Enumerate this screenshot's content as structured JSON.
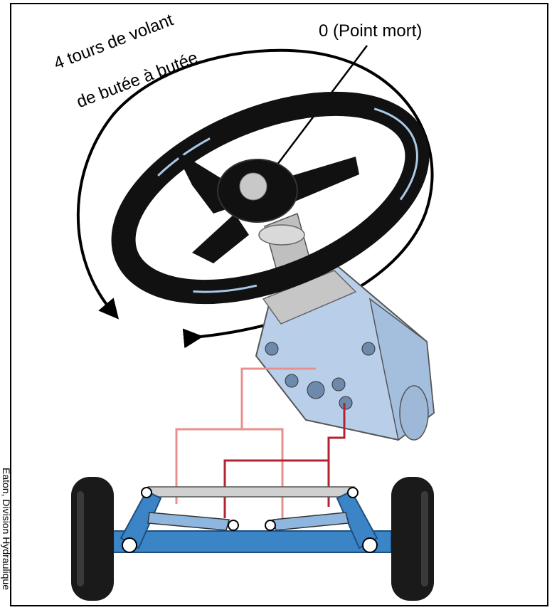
{
  "labels": {
    "dead_center": "0 (Point mort)",
    "turns_line1": "4 tours de volant",
    "turns_line2": "de butée à butée",
    "credit": "Eaton, Division Hydraulique"
  },
  "colors": {
    "frame": "#000000",
    "wheel": "#111111",
    "highlight": "#a9c9e8",
    "steering_unit": "#b9cfe9",
    "axle": "#3b84c6",
    "hose_light": "#e8908e",
    "hose_dark": "#b3232f",
    "tire": "#1a1a1a"
  },
  "icons": {
    "hub_badge": "eaton-logo-icon"
  }
}
